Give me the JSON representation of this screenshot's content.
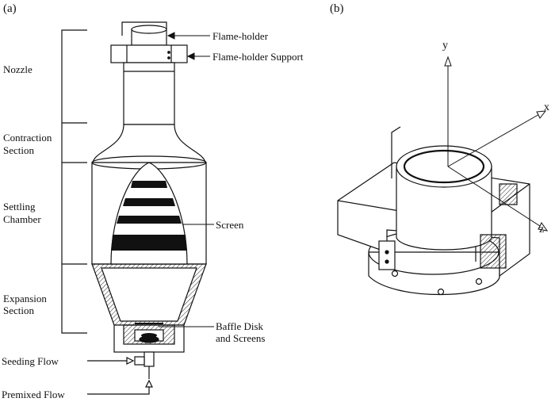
{
  "panels": {
    "a": "(a)",
    "b": "(b)"
  },
  "sections": {
    "nozzle": "Nozzle",
    "contraction_1": "Contraction",
    "contraction_2": "Section",
    "settling_1": "Settling",
    "settling_2": "Chamber",
    "expansion_1": "Expansion",
    "expansion_2": "Section"
  },
  "callouts": {
    "flame_holder": "Flame-holder",
    "flame_holder_support": "Flame-holder Support",
    "screen": "Screen",
    "baffle_1": "Baffle Disk",
    "baffle_2": "and Screens",
    "seeding_flow": "Seeding Flow",
    "premixed_flow": "Premixed Flow"
  },
  "axes": {
    "x": "x",
    "y": "y",
    "z": "z"
  }
}
